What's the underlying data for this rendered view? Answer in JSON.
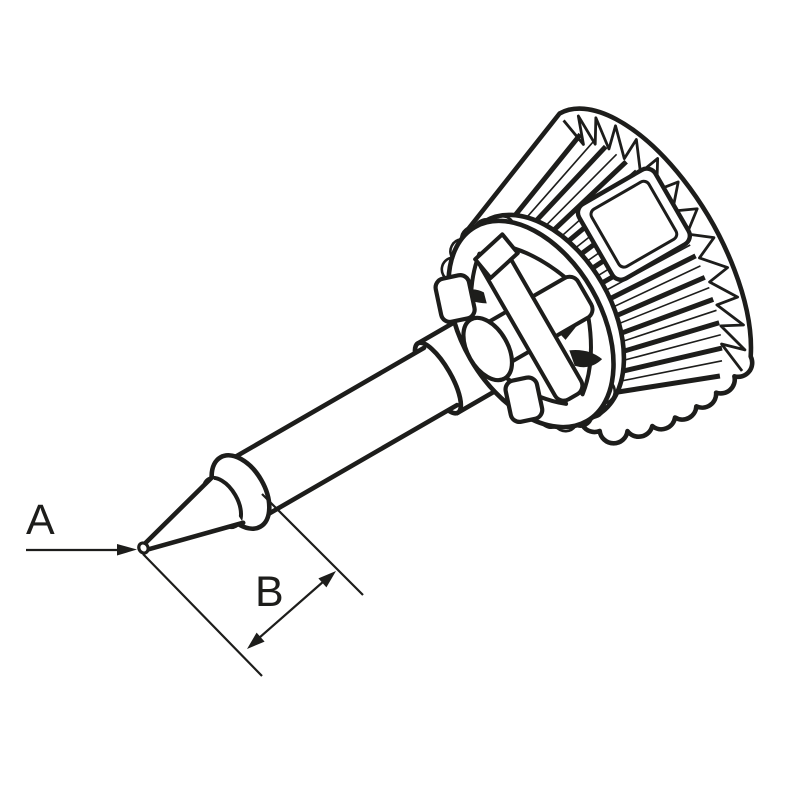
{
  "diagram": {
    "type": "technical line drawing, isometric view",
    "subject": "conical soldering tip cartridge with knurled fixing cap",
    "ink": "#1d1d1b",
    "background": "#ffffff",
    "dimension_a": {
      "label": "A",
      "points_at": "tip point"
    },
    "dimension_b": {
      "label": "B",
      "measures": "tip cone length between extension lines"
    },
    "parts": [
      "tip point",
      "tip cone",
      "tip sleeve",
      "shaft",
      "shaft step",
      "clamp flange disc",
      "clamp cross hub",
      "knurled cap",
      "cap window"
    ]
  }
}
